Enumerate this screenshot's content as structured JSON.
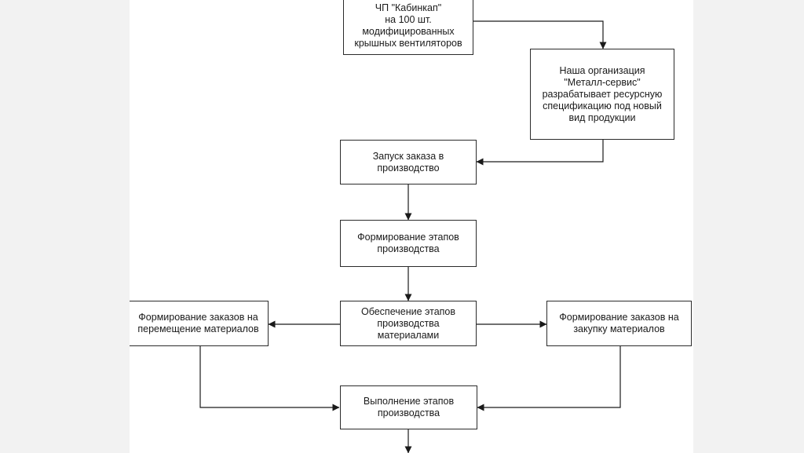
{
  "colors": {
    "stroke": "#1a1a1a",
    "node_fill": "#ffffff",
    "canvas": "#ffffff",
    "page": "#f2f2f2"
  },
  "nodes": {
    "order": "ЧП \"Кабинкап\"\nна 100 шт.\nмодифицированных\nкрышных вентиляторов",
    "spec": "Наша организация\n\"Металл-сервис\"\nразрабатывает ресурсную\nспецификацию под новый\nвид продукции",
    "launch": "Запуск заказа в\nпроизводство",
    "stages": "Формирование этапов\nпроизводства",
    "supply": "Обеспечение этапов\nпроизводства\nматериалами",
    "move": "Формирование заказов на\nперемещение материалов",
    "purchase": "Формирование заказов на\nзакупку материалов",
    "execute": "Выполнение этапов\nпроизводства"
  }
}
